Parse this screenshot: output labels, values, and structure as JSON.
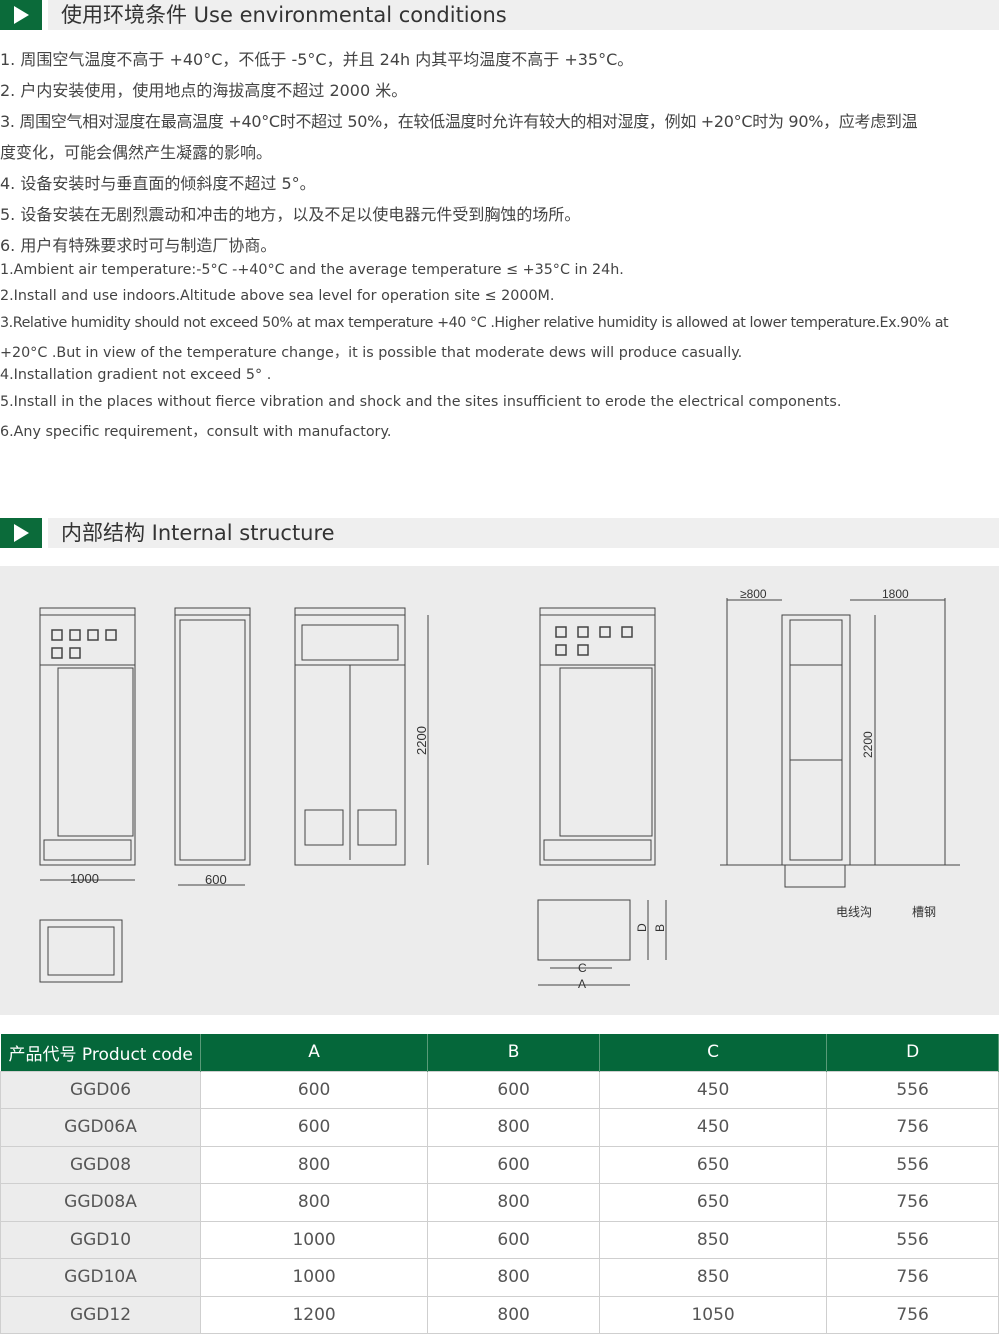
{
  "section1": {
    "title": "使用环境条件 Use environmental conditions",
    "cn_lines": [
      "1. 周围空气温度不高于 +40°C，不低于 -5°C，并且 24h 内其平均温度不高于 +35°C。",
      "2. 户内安装使用，使用地点的海拔高度不超过 2000 米。",
      "3. 周围空气相对湿度在最高温度 +40°C时不超过 50%，在较低温度时允许有较大的相对湿度，例如 +20°C时为 90%，应考虑到温",
      "度变化，可能会偶然产生凝露的影响。",
      "4. 设备安装时与垂直面的倾斜度不超过 5°。",
      "5. 设备安装在无剧烈震动和冲击的地方，以及不足以使电器元件受到胸蚀的场所。",
      "6. 用户有特殊要求时可与制造厂协商。"
    ],
    "en_lines": [
      "1.Ambient air temperature:-5°C -+40°C and the average temperature ≤ +35°C in 24h.",
      "2.Install and use indoors.Altitude above sea level for operation site ≤ 2000M.",
      "3.Relative humidity should not exceed 50% at max temperature +40 °C .Higher relative humidity is allowed at lower temperature.Ex.90% at",
      "+20°C .But in view of the temperature change，it is possible that moderate dews will produce casually.",
      "4.Installation gradient not exceed 5° .",
      "5.Install in the places without fierce vibration and shock and the sites insufficient to erode the electrical components.",
      "6.Any specific requirement，consult with manufactory."
    ]
  },
  "section2": {
    "title": "内部结构 Internal structure"
  },
  "drawing": {
    "dim_1000": "1000",
    "dim_600": "600",
    "dim_2200": "2200",
    "dim_800": "≥800",
    "dim_1800": "1800",
    "dim_2200b": "2200",
    "cable_trench": "电线沟",
    "channel_steel": "槽钢",
    "A": "A",
    "B": "B",
    "C": "C",
    "D": "D"
  },
  "table": {
    "headers": [
      "产品代号 Product code",
      "A",
      "B",
      "C",
      "D"
    ],
    "rows": [
      [
        "GGD06",
        "600",
        "600",
        "450",
        "556"
      ],
      [
        "GGD06A",
        "600",
        "800",
        "450",
        "756"
      ],
      [
        "GGD08",
        "800",
        "600",
        "650",
        "556"
      ],
      [
        "GGD08A",
        "800",
        "800",
        "650",
        "756"
      ],
      [
        "GGD10",
        "1000",
        "600",
        "850",
        "556"
      ],
      [
        "GGD10A",
        "1000",
        "800",
        "850",
        "756"
      ],
      [
        "GGD12",
        "1200",
        "800",
        "1050",
        "756"
      ]
    ]
  }
}
